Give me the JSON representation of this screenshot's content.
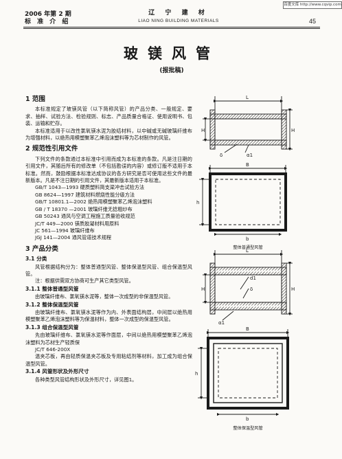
{
  "watermark": "百度文库 http://www.cqvip.com",
  "header": {
    "issue": "2006 年第 2 期",
    "column": "标 准 介 绍",
    "journal_cn": "辽 宁 建 材",
    "journal_en": "LIAO   NING   BUILDING   MATERIALS",
    "page": "45"
  },
  "article": {
    "title": "玻镁风管",
    "subtitle": "(报批稿)"
  },
  "sections": {
    "s1": {
      "heading": "1  范围",
      "p1": "本标准规定了玻镁风管（以下简称风管）的产品分类、一般规定、要求、抽样、试验方法、检验规则、标志、产品质量合格证、使用说明书、包装、运输和贮存。",
      "p2": "本标准适用于以改性氯氧镁水泥为胶结材料，以中碱或无碱玻璃纤维布为增强材料，以绝热用模塑聚苯乙烯泡沫塑料等为芯材制作的风管。"
    },
    "s2": {
      "heading": "2  规范性引用文件",
      "p1": "下列文件的条款通过本标准中引用而成为本标准的条款。凡是注日期的引用文件，其随后所有的修改单（不包括勘误的内容）或修订版不适用于本标准。然而，鼓励根据本标准达成协议的各方研究是否可使用这些文件的最新版本。凡是不注日期的引用文件，其最新版本适用于本标准。",
      "refs": [
        "GB/T 1043—1993   硬质塑料简支梁冲击试验方法",
        "GB 8624—1997   建筑材料燃烧性能分级方法",
        "GB/T 10801.1—2002   绝热用模塑聚苯乙烯泡沫塑料",
        "GB / T 18370 —2001  玻璃纤维无捻粗纱布",
        "GB 50243   通风与空调工程施工质量验收规范",
        "JC/T 449—2000  镁质胶凝材料用原料",
        "JC 561—1994  玻璃纤维布",
        "JGJ 141—2004   通风管道技术规程"
      ]
    },
    "s3": {
      "heading": "3  产品分类",
      "s31_head": "3.1   分类",
      "s31_p": "风管根据结构分为：整体普通型风管、整体保温型风管、组合保温型风管。",
      "s31_note": "注：根据供需双方协商可生产其它类型风管。",
      "s311_head": "3.1.1   整体普通型风管",
      "s311_p": "由玻璃纤维布、氯氧镁水泥等，整体一次成型的非保温型风管。",
      "s312_head": "3.1.2   整体保温型风管",
      "s312_p": "由玻璃纤维布、氯氧镁水泥等作为内、外表面结构层，中间层以绝热用模塑聚苯乙烯泡沫塑料等为保温材料，整体一次成型的保温型风管。",
      "s313_head": "3.1.3   组合保温型风管",
      "s313_p1": "先由玻璃纤维布、氯氧镁水泥等作面层，中间以绝热用模塑聚苯乙烯泡沫塑料为芯材生产轻质保",
      "s313_std": "JC/T 646-200X",
      "s313_p2": "温夹芯板，再由轻质保温夹芯板及专用粘结剂等材料，加工成为组合保温型风管。",
      "s314_head": "3.1.4   风管形状及外形尺寸",
      "s314_p": "各种类型风管结构形状及外形尺寸，详见图1。"
    }
  },
  "figures": {
    "caption1": "整体普通型风管",
    "caption2": "整体保温型风管",
    "labels": {
      "L": "L",
      "H": "H",
      "delta": "δ",
      "a1": "α1",
      "B": "B",
      "b": "b",
      "h": "h",
      "d1": "d1"
    }
  },
  "colors": {
    "ink": "#1a1a1a",
    "paper": "#fbfaf7"
  }
}
